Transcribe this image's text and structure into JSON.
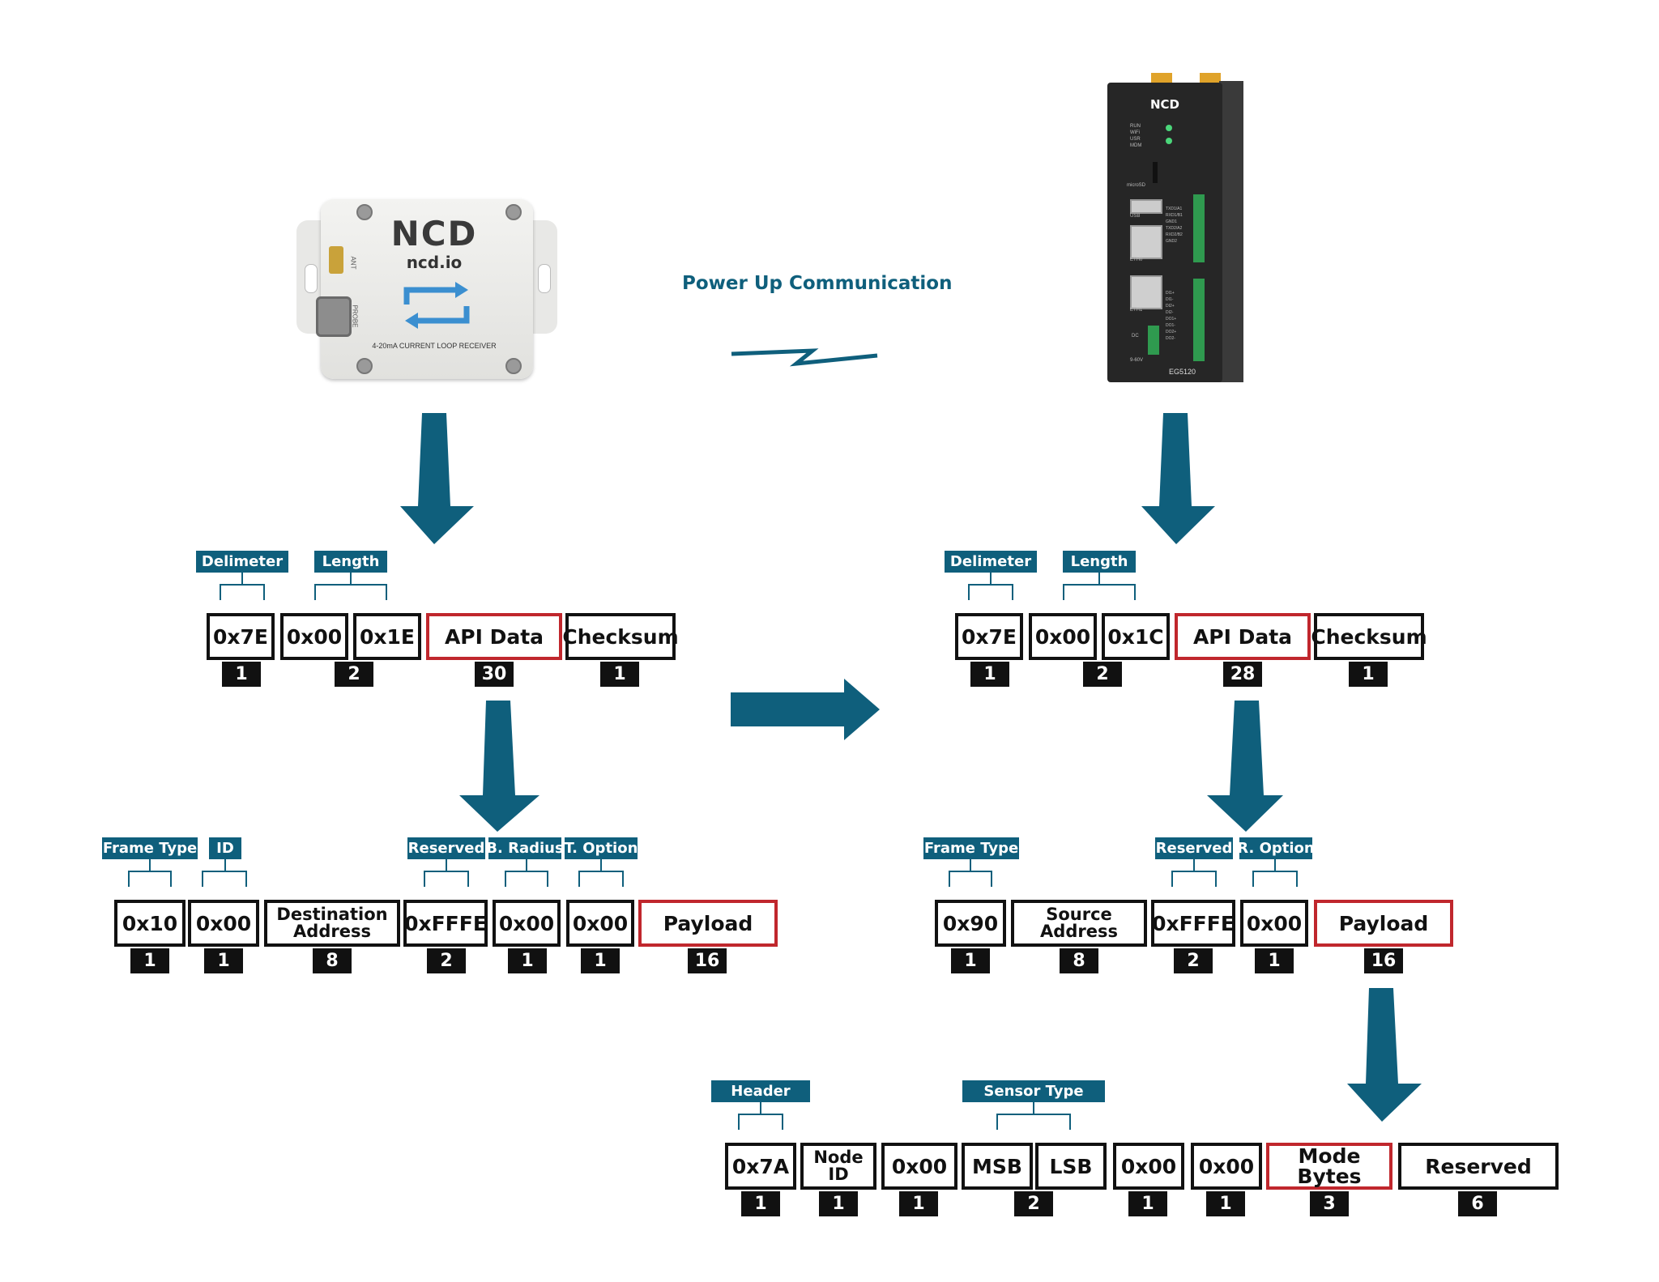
{
  "title": "Power Up Communication",
  "colors": {
    "accent": "#0f5f7c",
    "highlight": "#c0272d",
    "box_border": "#111111"
  },
  "sensor_device": {
    "brand": "NCD",
    "site": "ncd.io",
    "caption": "4-20mA CURRENT LOOP RECEIVER",
    "ant_label": "ANT",
    "probe_label": "PROBE"
  },
  "gateway_device": {
    "brand": "NCD",
    "model": "EG5120",
    "led_labels": [
      "RUN",
      "WiFi",
      "USR",
      "MDM"
    ],
    "ports": [
      "microSD",
      "USB",
      "ETH0",
      "ETH1",
      "DC",
      "9-60V"
    ],
    "pins_top": [
      "TXD1/A1",
      "RXD1/B1",
      "GND1",
      "TXD2/A2",
      "RXD2/B2",
      "GND2"
    ],
    "pins_bottom": [
      "DI1+",
      "DI1-",
      "DI2+",
      "DI2-",
      "DO1+",
      "DO1-",
      "DO2+",
      "DO2-"
    ]
  },
  "frame_tx": {
    "labels": [
      "Delimeter",
      "Length"
    ],
    "cells": [
      {
        "text": "0x7E",
        "count": "1"
      },
      {
        "text": "0x00",
        "count": ""
      },
      {
        "text": "0x1E",
        "count": ""
      },
      {
        "text": "API Data",
        "count": "30"
      },
      {
        "text": "Checksum",
        "count": "1"
      }
    ],
    "length_count": "2"
  },
  "frame_rx": {
    "labels": [
      "Delimeter",
      "Length"
    ],
    "cells": [
      {
        "text": "0x7E",
        "count": "1"
      },
      {
        "text": "0x00",
        "count": ""
      },
      {
        "text": "0x1C",
        "count": ""
      },
      {
        "text": "API Data",
        "count": "28"
      },
      {
        "text": "Checksum",
        "count": "1"
      }
    ],
    "length_count": "2"
  },
  "api_tx": {
    "labels": [
      "Frame Type",
      "ID",
      "Reserved",
      "B. Radius",
      "T. Option"
    ],
    "cells": [
      {
        "text": "0x10",
        "count": "1"
      },
      {
        "text": "0x00",
        "count": "1"
      },
      {
        "text": "Destination\nAddress",
        "count": "8"
      },
      {
        "text": "0xFFFE",
        "count": "2"
      },
      {
        "text": "0x00",
        "count": "1"
      },
      {
        "text": "0x00",
        "count": "1"
      },
      {
        "text": "Payload",
        "count": "16"
      }
    ]
  },
  "api_rx": {
    "labels": [
      "Frame Type",
      "Reserved",
      "R. Option"
    ],
    "cells": [
      {
        "text": "0x90",
        "count": "1"
      },
      {
        "text": "Source Address",
        "count": "8"
      },
      {
        "text": "0xFFFE",
        "count": "2"
      },
      {
        "text": "0x00",
        "count": "1"
      },
      {
        "text": "Payload",
        "count": "16"
      }
    ]
  },
  "payload": {
    "labels": [
      "Header",
      "Sensor Type"
    ],
    "cells": [
      {
        "text": "0x7A",
        "count": "1"
      },
      {
        "text": "Node ID",
        "count": "1"
      },
      {
        "text": "0x00",
        "count": "1"
      },
      {
        "text": "MSB",
        "count": ""
      },
      {
        "text": "LSB",
        "count": ""
      },
      {
        "text": "0x00",
        "count": "1"
      },
      {
        "text": "0x00",
        "count": "1"
      },
      {
        "text": "Mode Bytes",
        "count": "3"
      },
      {
        "text": "Reserved",
        "count": "6"
      }
    ],
    "sensor_type_count": "2"
  }
}
